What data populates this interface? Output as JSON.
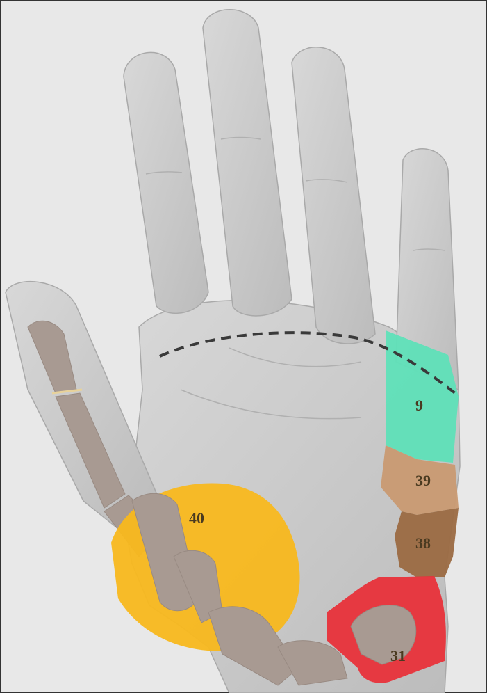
{
  "figure": {
    "background_color": "#e9e9e9",
    "skin_color": "#c9c9c9",
    "bone_color": "#a89a92",
    "dashed_line_color": "#3a3a3a"
  },
  "regions": [
    {
      "id": "9",
      "label": "9",
      "color": "#5fe0b8"
    },
    {
      "id": "39",
      "label": "39",
      "color": "#c99a72"
    },
    {
      "id": "38",
      "label": "38",
      "color": "#9b6a42"
    },
    {
      "id": "40",
      "label": "40",
      "color": "#f8b81e"
    },
    {
      "id": "31",
      "label": "31",
      "color": "#e8323a"
    }
  ]
}
